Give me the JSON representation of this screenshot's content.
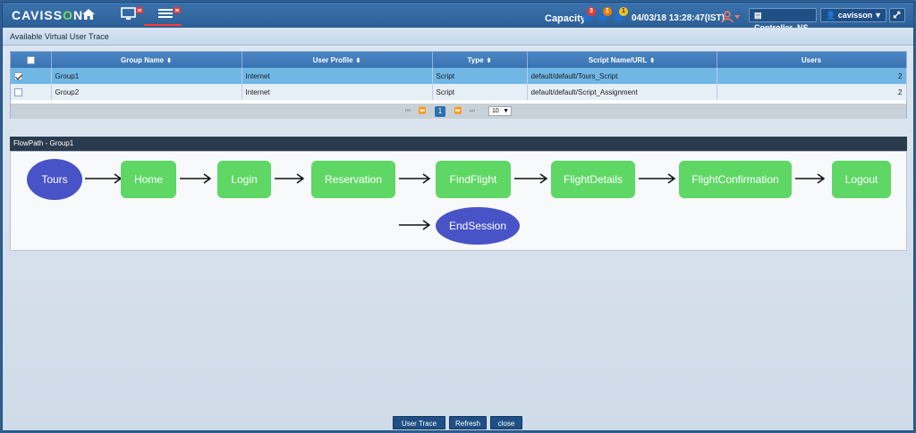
{
  "header": {
    "logo_prefix": "CAVISS",
    "logo_suffix": "N",
    "capacity_label": "Capacity",
    "alert_counts": [
      "3",
      "1",
      "1"
    ],
    "datetime": "04/03/18 13:28:47(IST)",
    "controller_label": "Controller_NS",
    "user_label": "cavisson",
    "colors": {
      "bar": "#2c5f96",
      "alert_red": "#e53935",
      "alert_orange": "#f57c00",
      "alert_yellow": "#f9c31c"
    }
  },
  "page": {
    "title": "Available Virtual User Trace"
  },
  "table": {
    "columns": [
      "Group Name",
      "User Profile",
      "Type",
      "Script Name/URL",
      "Users"
    ],
    "rows": [
      {
        "group": "Group1",
        "profile": "Internet",
        "type": "Script",
        "script": "default/default/Tours_Script",
        "users": "2",
        "checked": true
      },
      {
        "group": "Group2",
        "profile": "Internet",
        "type": "Script",
        "script": "default/default/Script_Assignment",
        "users": "2",
        "checked": false
      }
    ],
    "pager": {
      "current_page": "1",
      "page_size": "10"
    }
  },
  "flowpath": {
    "title": "FlowPath - Group1",
    "nodes": [
      "Tours",
      "Home",
      "Login",
      "Reservation",
      "FindFlight",
      "FlightDetails",
      "FlightConfirmation",
      "Logout",
      "EndSession"
    ],
    "colors": {
      "step": "#5fd765",
      "terminal": "#4753c6"
    }
  },
  "footer": {
    "user_trace_label": "User Trace",
    "refresh_label": "Refresh",
    "close_label": "close"
  }
}
